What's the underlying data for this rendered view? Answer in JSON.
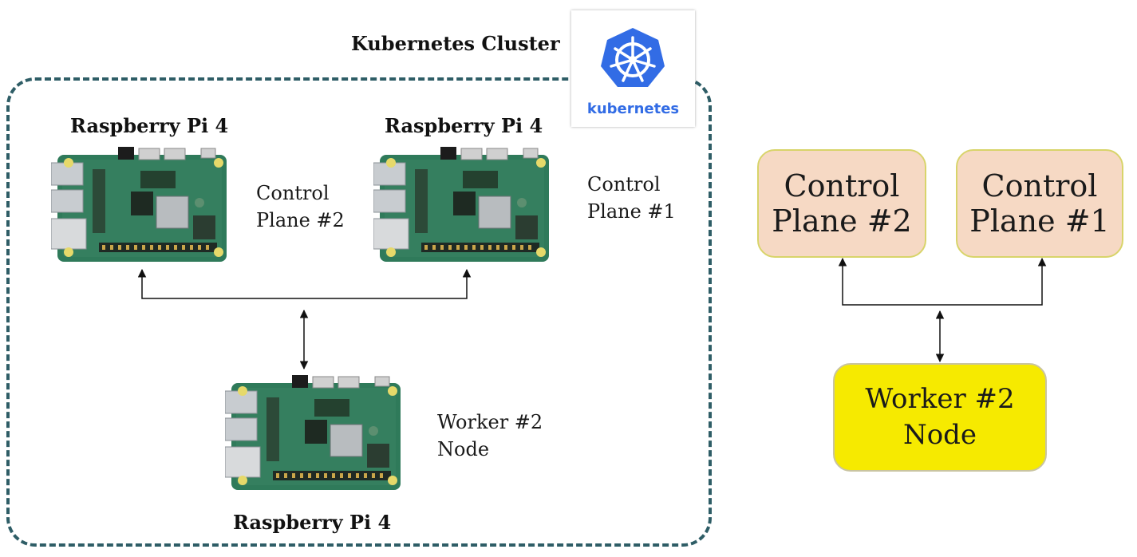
{
  "cluster": {
    "title": "Kubernetes Cluster",
    "logo_text": "kubernetes",
    "brand_color": "#326ce5",
    "border_color": "#2e5d66"
  },
  "pis": [
    {
      "title": "Raspberry Pi 4",
      "label": "Control\nPlane #2"
    },
    {
      "title": "Raspberry Pi 4",
      "label": "Control\nPlane #1"
    },
    {
      "title": "Raspberry Pi 4",
      "label": "Worker #2\nNode"
    }
  ],
  "boxes": {
    "cp2": "Control\nPlane #2",
    "cp1": "Control\nPlane #1",
    "worker": "Worker #2\nNode"
  },
  "colors": {
    "control_box_fill": "#f6d9c4",
    "worker_box_fill": "#f6ea00",
    "board_green": "#2f7a5a"
  }
}
